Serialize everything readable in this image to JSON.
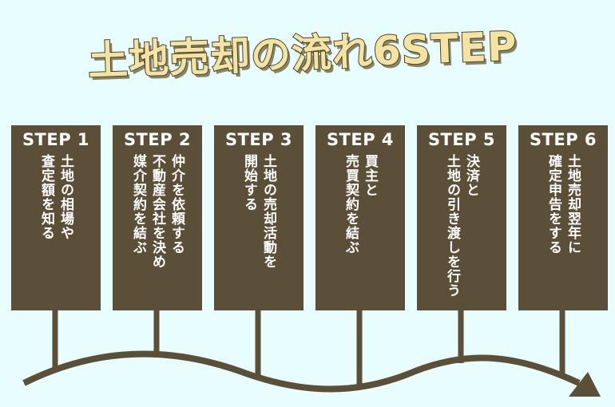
{
  "title": "土地売却の流れ6STEP",
  "steps": [
    {
      "label": "STEP 1",
      "lines": [
        "土地の相場や",
        "査定額を知る"
      ]
    },
    {
      "label": "STEP 2",
      "lines": [
        "仲介を依頼する",
        "不動産会社を決め",
        "媒介契約を結ぶ"
      ]
    },
    {
      "label": "STEP 3",
      "lines": [
        "土地の売却活動を",
        "開始する"
      ]
    },
    {
      "label": "STEP 4",
      "lines": [
        "買主と",
        "売買契約を結ぶ"
      ]
    },
    {
      "label": "STEP 5",
      "lines": [
        "決済と",
        "土地の引き渡しを行う"
      ]
    },
    {
      "label": "STEP 6",
      "lines": [
        "土地売却翌年に",
        "確定申告をする"
      ]
    }
  ],
  "colors": {
    "background": "#e8fdff",
    "card": "#5b4f37",
    "title_fill": "#f5e3a3",
    "line": "#5b4f37"
  }
}
